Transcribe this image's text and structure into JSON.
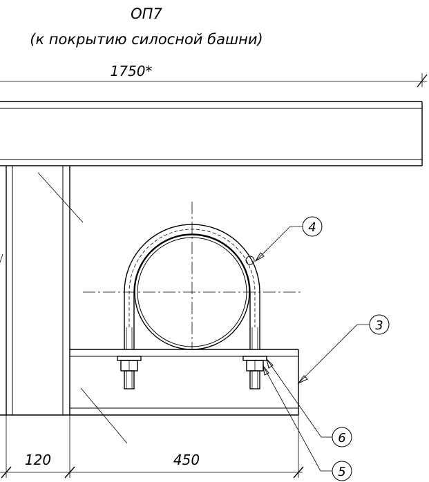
{
  "title": "ОП7",
  "subtitle": "(к покрытию силосной башни)",
  "dimensions": {
    "overall": "1750*",
    "left_segment": "120",
    "right_segment": "450"
  },
  "callouts": {
    "u_bolt": "4",
    "plate": "3",
    "washer": "5",
    "nut": "6"
  }
}
